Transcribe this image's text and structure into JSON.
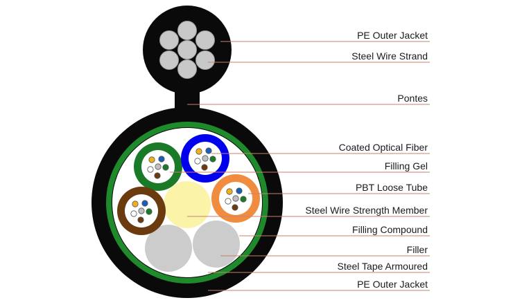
{
  "labels": [
    "PE Outer Jacket",
    "Steel Wire Strand",
    "Pontes",
    "Coated Optical Fiber",
    "Filling Gel",
    "PBT Loose Tube",
    "Steel Wire Strength Member",
    "Filling Compound",
    "Filler",
    "Steel Tape Armoured",
    "PE Outer Jacket"
  ],
  "colors": {
    "jacket": "#0a0a0a",
    "strand": "#c8c8c8",
    "armour": "#1e8a2c",
    "filling_compound": "#ffffff",
    "strength_member": "#fbf3a8",
    "filler": "#cccccc",
    "tube_green": "#1a7a28",
    "tube_blue": "#0000ee",
    "tube_orange": "#f08c40",
    "tube_brown": "#6b3a0e",
    "fiber_colors": [
      "#f0b020",
      "#1a5fb4",
      "#1a7a28",
      "#ffffff",
      "#6b3a0e",
      "#c0c0c0"
    ],
    "leader_line": "#c8826a"
  }
}
